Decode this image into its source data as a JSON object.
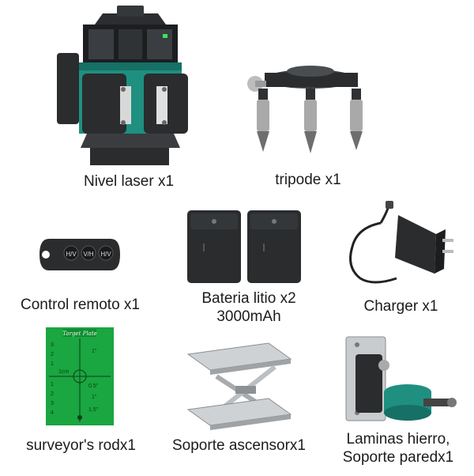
{
  "items": [
    {
      "label": "Nivel laser x1"
    },
    {
      "label": "tripode x1"
    },
    {
      "label": "Control remoto x1"
    },
    {
      "label": "Bateria litio x2",
      "label2": "3000mAh"
    },
    {
      "label": "Charger x1"
    },
    {
      "label": "surveyor's rodx1"
    },
    {
      "label": "Soporte ascensorx1"
    },
    {
      "label": "Laminas hierro,",
      "label2": "Soporte paredx1"
    }
  ],
  "target_plate": {
    "title": "Target Plate",
    "ticks_left": [
      "3",
      "2",
      "1",
      "1cm",
      "1",
      "2",
      "3",
      "4"
    ],
    "ticks_right": [
      "1\"",
      "0.5\"",
      "1\"",
      "1.5\""
    ]
  },
  "remote": {
    "buttons": [
      "H/V",
      "V/H",
      "H/V"
    ]
  },
  "colors": {
    "teal": "#1f8f80",
    "green_plate": "#1aa640",
    "body_dark": "#2a2c2e"
  }
}
